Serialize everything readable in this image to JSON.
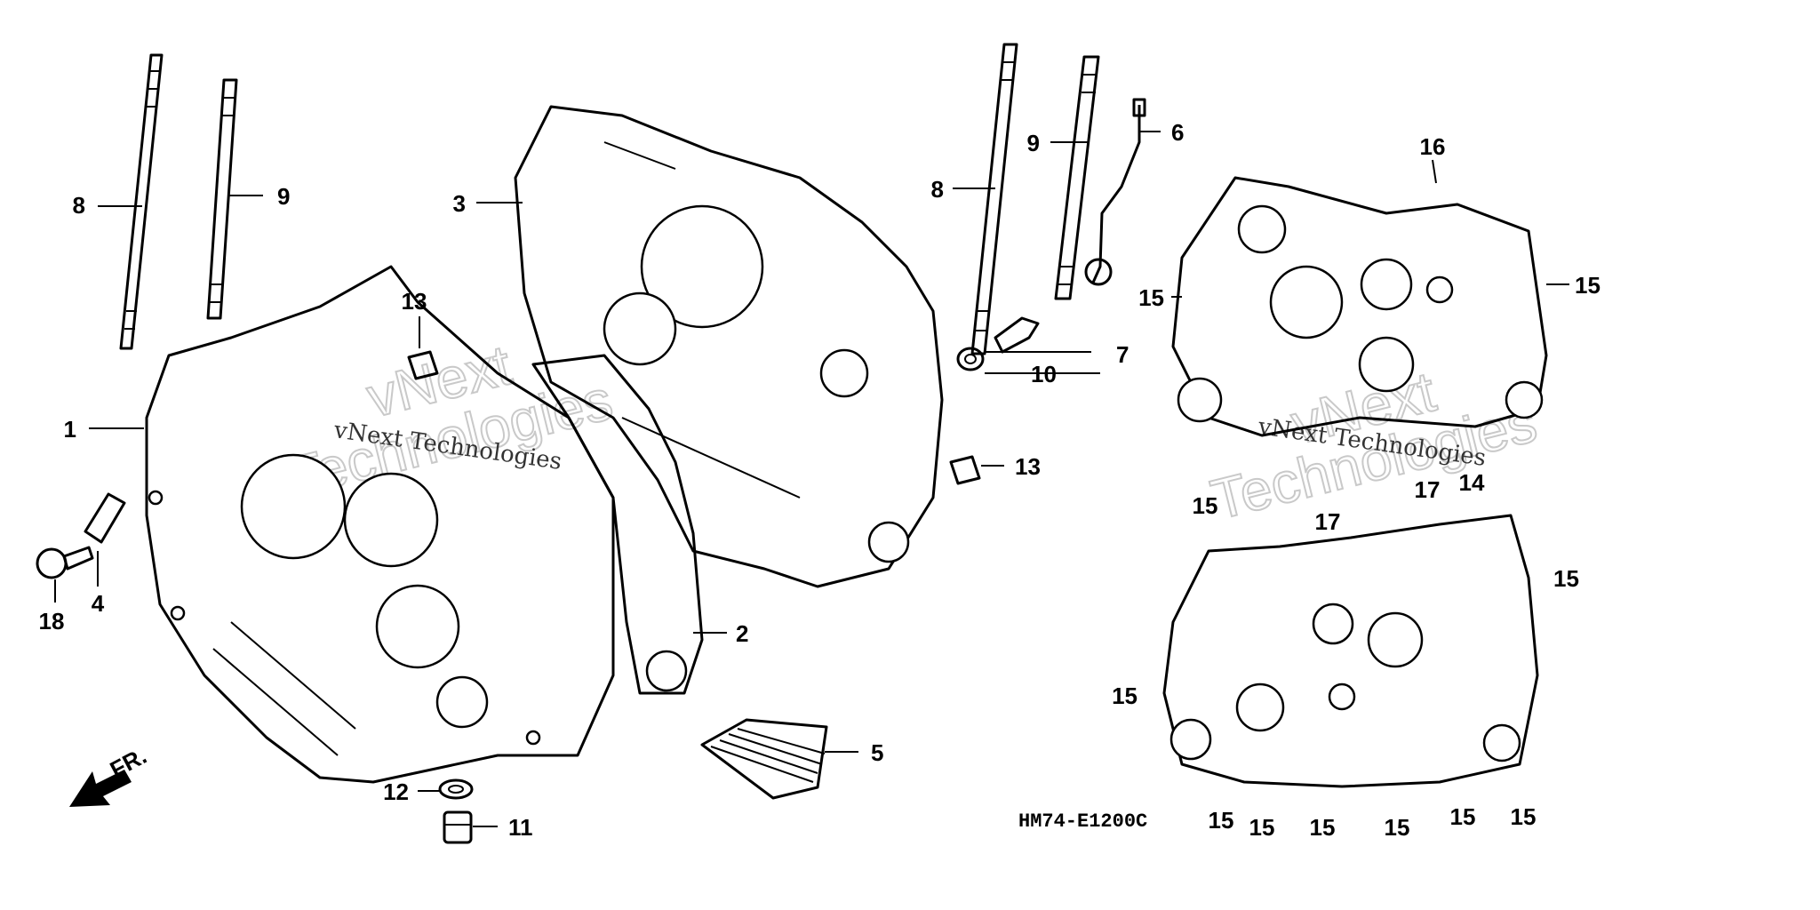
{
  "diagram_code": "HM74-E1200C",
  "direction_label": "FR.",
  "watermark": {
    "brand": "vNext",
    "line": "vNext Technologies",
    "big": "Technologies"
  },
  "callouts": {
    "c1": "1",
    "c2": "2",
    "c3": "3",
    "c4": "4",
    "c5": "5",
    "c6": "6",
    "c7": "7",
    "c8a": "8",
    "c8b": "8",
    "c9a": "9",
    "c9b": "9",
    "c10": "10",
    "c11": "11",
    "c12": "12",
    "c13a": "13",
    "c13b": "13",
    "c14": "14",
    "c15a": "15",
    "c15b": "15",
    "c15c": "15",
    "c15d": "15",
    "c15e": "15",
    "c15f": "15",
    "c15g": "15",
    "c15h": "15",
    "c15i": "15",
    "c15j": "15",
    "c15k": "15",
    "c16": "16",
    "c17a": "17",
    "c17b": "17",
    "c18": "18"
  }
}
